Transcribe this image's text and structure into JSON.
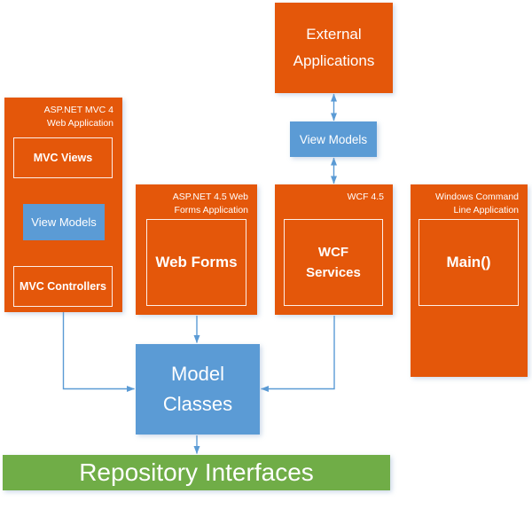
{
  "colors": {
    "orange": "#E4570A",
    "blue": "#5B9BD5",
    "green": "#70AD47",
    "arrow": "#5B9BD5"
  },
  "nodes": {
    "external_applications": {
      "label": [
        "External",
        "Applications"
      ]
    },
    "view_models_top": {
      "label": "View Models"
    },
    "mvc_app": {
      "title": [
        "ASP.NET MVC 4",
        "Web Application"
      ],
      "views": "MVC Views",
      "view_models": "View Models",
      "controllers": "MVC Controllers"
    },
    "web_forms_app": {
      "title": [
        "ASP.NET 4.5 Web",
        "Forms Application"
      ],
      "web_forms": "Web Forms"
    },
    "wcf_app": {
      "title": "WCF 4.5",
      "wcf_services": [
        "WCF",
        "Services"
      ]
    },
    "console_app": {
      "title": [
        "Windows Command",
        "Line Application"
      ],
      "main": "Main()"
    },
    "model_classes": {
      "label": [
        "Model",
        "Classes"
      ]
    },
    "repository_interfaces": {
      "label": "Repository Interfaces"
    }
  },
  "edges": [
    {
      "from": "External Applications",
      "to": "View Models",
      "style": "double-arrow"
    },
    {
      "from": "View Models",
      "to": "WCF 4.5",
      "style": "double-arrow"
    },
    {
      "from": "MVC Views",
      "to": "View Models",
      "style": "double-arrow"
    },
    {
      "from": "View Models",
      "to": "MVC Controllers",
      "style": "double-arrow"
    },
    {
      "from": "ASP.NET MVC 4 Web Application",
      "to": "Model Classes",
      "style": "arrow"
    },
    {
      "from": "ASP.NET 4.5 Web Forms Application",
      "to": "Model Classes",
      "style": "arrow"
    },
    {
      "from": "WCF 4.5",
      "to": "Model Classes",
      "style": "arrow"
    },
    {
      "from": "Model Classes",
      "to": "Repository Interfaces",
      "style": "arrow"
    }
  ]
}
